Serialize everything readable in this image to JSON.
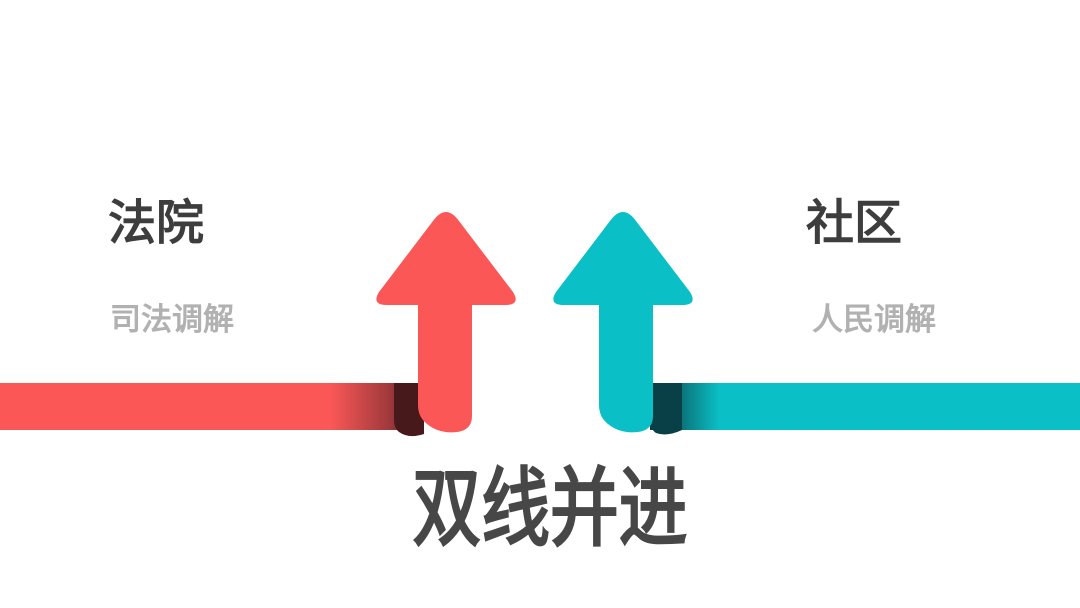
{
  "slide": {
    "title": "双线并进",
    "tracks": [
      {
        "heading": "法院",
        "subtitle": "司法调解",
        "icon": "red-up-arrow",
        "direction": "from-left",
        "color": "#FB5757"
      },
      {
        "heading": "社区",
        "subtitle": "人民调解",
        "icon": "teal-up-arrow",
        "direction": "from-right",
        "color": "#0ABFC5"
      }
    ]
  },
  "colors": {
    "background": "#FFFFFF",
    "red": "#FB5757",
    "red_dark": "#47191B",
    "teal": "#0ABFC5",
    "teal_dark": "#093F47",
    "heading": "#3D3D3D",
    "subtitle": "#B1B1B1",
    "title": "#474747"
  }
}
